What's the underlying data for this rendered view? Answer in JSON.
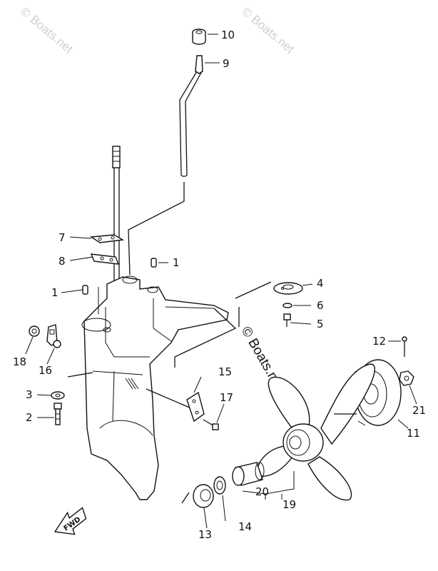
{
  "watermarks": {
    "top_left": "© Boats.net",
    "top_right": "© Boats.net",
    "center": "© Boats.net"
  },
  "fwd_label": "FWD",
  "callouts": [
    {
      "id": "c10",
      "label": "10"
    },
    {
      "id": "c9",
      "label": "9"
    },
    {
      "id": "c7",
      "label": "7"
    },
    {
      "id": "c8",
      "label": "8"
    },
    {
      "id": "c1a",
      "label": "1"
    },
    {
      "id": "c1b",
      "label": "1"
    },
    {
      "id": "c4",
      "label": "4"
    },
    {
      "id": "c6",
      "label": "6"
    },
    {
      "id": "c5",
      "label": "5"
    },
    {
      "id": "c12",
      "label": "12"
    },
    {
      "id": "c18",
      "label": "18"
    },
    {
      "id": "c16",
      "label": "16"
    },
    {
      "id": "c15",
      "label": "15"
    },
    {
      "id": "c3",
      "label": "3"
    },
    {
      "id": "c2",
      "label": "2"
    },
    {
      "id": "c17",
      "label": "17"
    },
    {
      "id": "c21",
      "label": "21"
    },
    {
      "id": "c11",
      "label": "11"
    },
    {
      "id": "c20",
      "label": "20"
    },
    {
      "id": "c19",
      "label": "19"
    },
    {
      "id": "c13",
      "label": "13"
    },
    {
      "id": "c14",
      "label": "14"
    }
  ]
}
